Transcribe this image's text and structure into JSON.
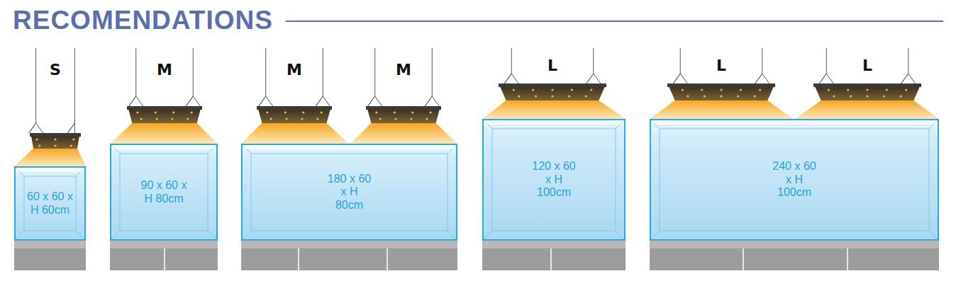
{
  "diagram": {
    "title": "RECOMENDATIONS",
    "nodes": [
      {
        "text": [
          "60 x 60 x H 60cm"
        ]
      },
      {
        "text": [
          "90 x 60 x H 80cm"
        ]
      },
      {
        "text": [
          "180 x 60 x H 80cm"
        ]
      },
      {
        "text": [
          "120 x 60 x H 100cm"
        ]
      },
      {
        "text": [
          "240 x 60 x H 100cm"
        ]
      }
    ],
    "labels": [
      "S",
      "M",
      "M",
      "M",
      "L",
      "L",
      "L"
    ]
  }
}
